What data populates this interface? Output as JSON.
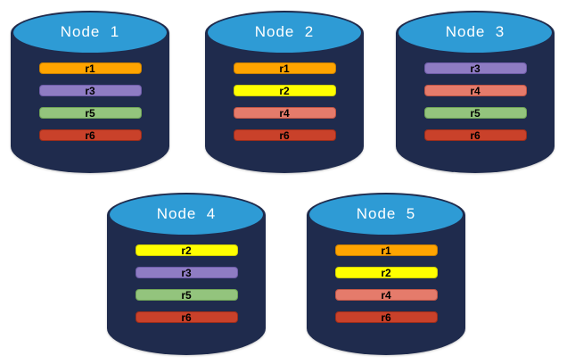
{
  "diagram": {
    "nodes": [
      {
        "label": "Node  1",
        "replicas": [
          "r1",
          "r3",
          "r5",
          "r6"
        ]
      },
      {
        "label": "Node  2",
        "replicas": [
          "r1",
          "r2",
          "r4",
          "r6"
        ]
      },
      {
        "label": "Node  3",
        "replicas": [
          "r3",
          "r4",
          "r5",
          "r6"
        ]
      },
      {
        "label": "Node  4",
        "replicas": [
          "r2",
          "r3",
          "r5",
          "r6"
        ]
      },
      {
        "label": "Node  5",
        "replicas": [
          "r1",
          "r2",
          "r4",
          "r6"
        ]
      }
    ]
  },
  "palette": {
    "r1": {
      "fill": "#FFA400",
      "border": "#C87F00"
    },
    "r2": {
      "fill": "#FFFF00",
      "border": "#CFCF00"
    },
    "r3": {
      "fill": "#8E7CC3",
      "border": "#6E5CA8"
    },
    "r4": {
      "fill": "#E57B6B",
      "border": "#C05545"
    },
    "r5": {
      "fill": "#93C47D",
      "border": "#6FA356"
    },
    "r6": {
      "fill": "#C9412A",
      "border": "#9A2D1B"
    },
    "cylinder_body": "#1F2B4D",
    "cylinder_top": "#2E9BD5",
    "title_text": "#FFFFFF",
    "replica_text": "#000000",
    "background": "#FFFFFF"
  }
}
